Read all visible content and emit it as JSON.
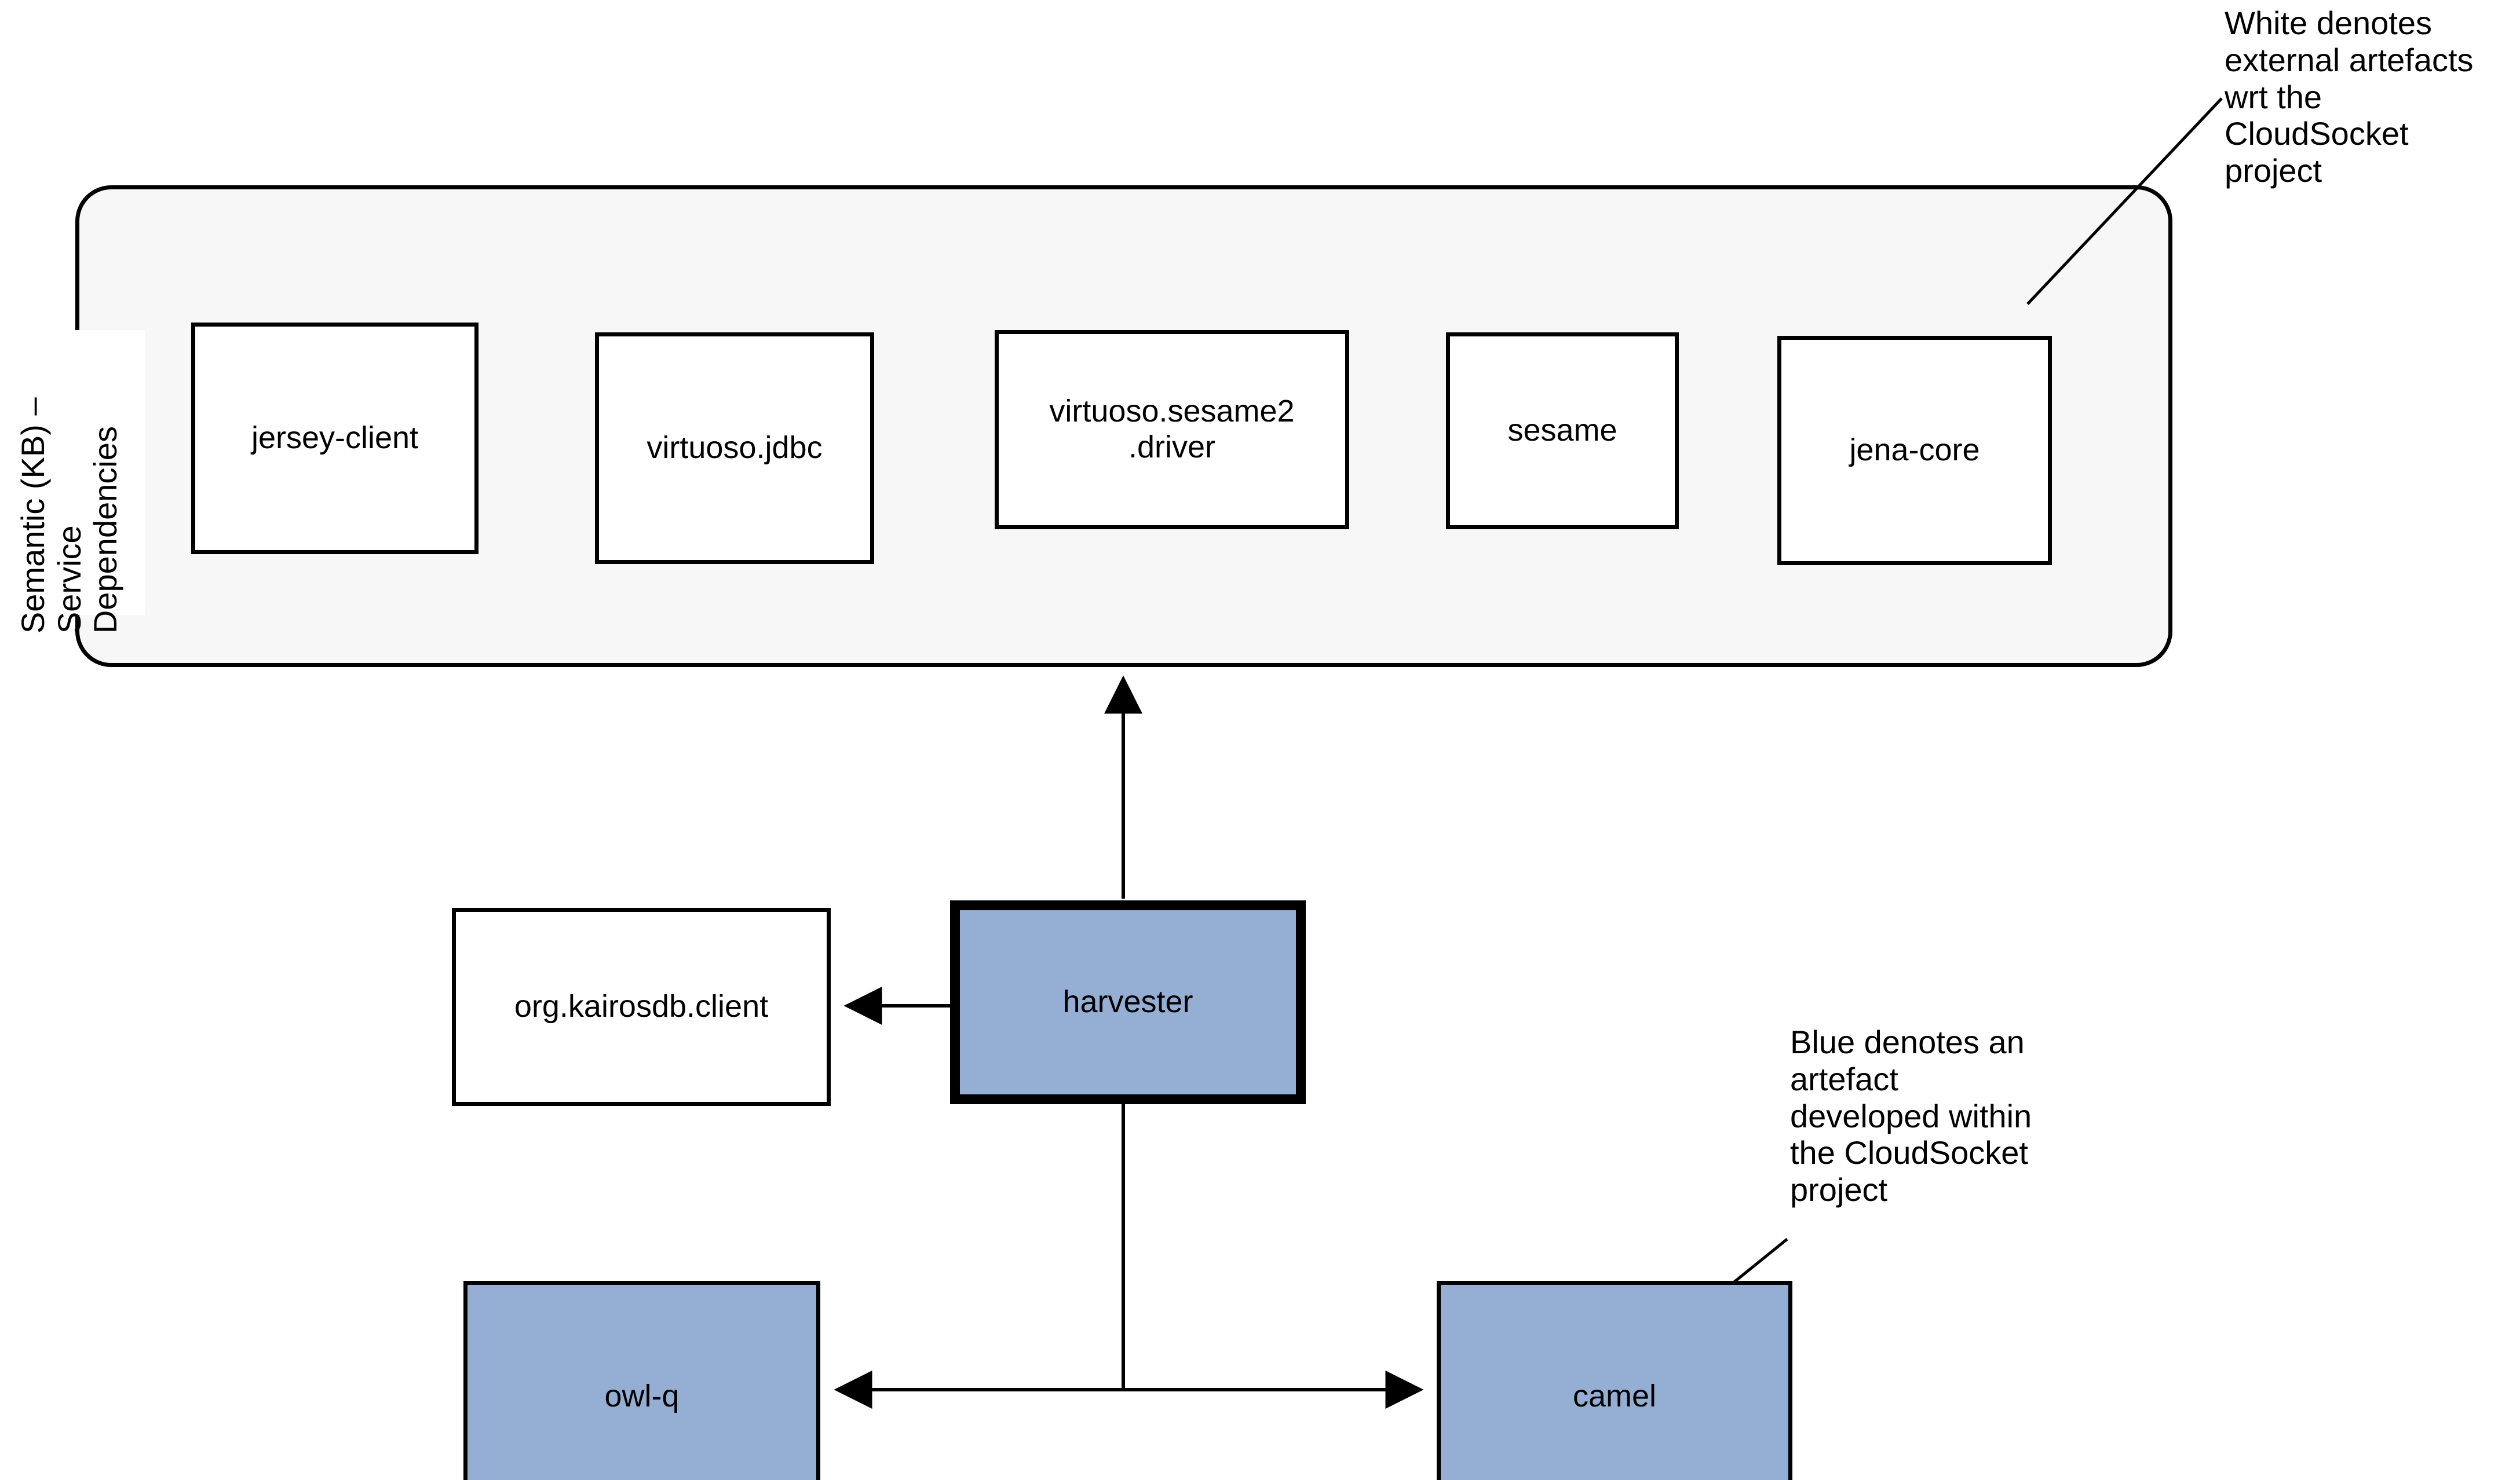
{
  "colors": {
    "artefact_internal": "#95aed3",
    "artefact_external": "#ffffff",
    "group_background": "#f7f7f7",
    "stroke": "#000000"
  },
  "group": {
    "label": "Semantic (KB) –\nService\nDependencies"
  },
  "nodes": {
    "jersey_client": {
      "label": "jersey-client"
    },
    "virtuoso_jdbc": {
      "label": "virtuoso.jdbc"
    },
    "virtuoso_sesame2": {
      "label": "virtuoso.sesame2\n.driver"
    },
    "sesame": {
      "label": "sesame"
    },
    "jena_core": {
      "label": "jena-core"
    },
    "kairosdb_client": {
      "label": "org.kairosdb.client"
    },
    "harvester": {
      "label": "harvester"
    },
    "owl_q": {
      "label": "owl-q"
    },
    "camel": {
      "label": "camel"
    }
  },
  "annotations": {
    "white_legend": "White denotes\nexternal artefacts\nwrt the\nCloudSocket\nproject",
    "blue_legend": "Blue denotes an\nartefact\ndeveloped within\nthe CloudSocket\nproject"
  },
  "edges": [
    {
      "from": "harvester",
      "to": "semantic-kb-group",
      "arrow": "up"
    },
    {
      "from": "harvester",
      "to": "org.kairosdb.client",
      "arrow": "left"
    },
    {
      "from": "harvester",
      "to": "owl-q",
      "arrow": "left"
    },
    {
      "from": "harvester",
      "to": "camel",
      "arrow": "right"
    }
  ]
}
